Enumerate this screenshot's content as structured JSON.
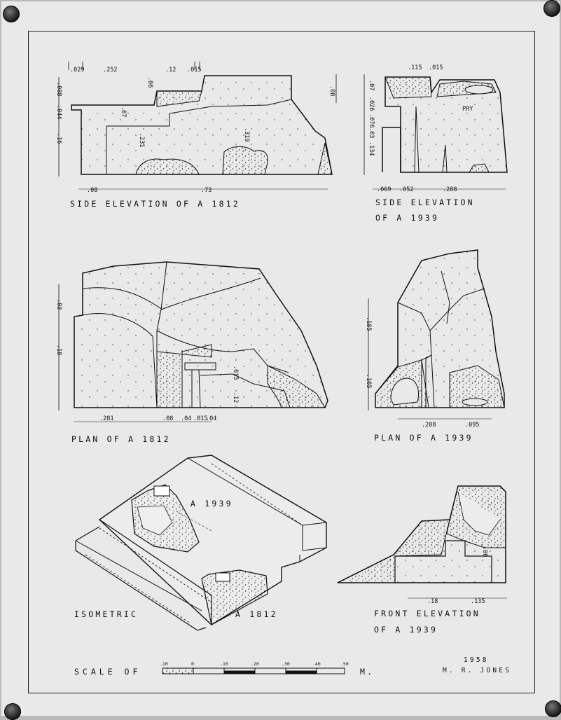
{
  "captions": {
    "side_a1812": "SIDE ELEVATION OF A 1812",
    "side_a1939_l1": "SIDE ELEVATION",
    "side_a1939_l2": "OF A 1939",
    "plan_a1812": "PLAN OF A 1812",
    "plan_a1939": "PLAN OF A 1939",
    "isometric": "ISOMETRIC",
    "iso_a1939": "A 1939",
    "iso_a1812": "A 1812",
    "front_l1": "FRONT ELEVATION",
    "front_l2": "OF A 1939",
    "scale": "SCALE OF",
    "scale_unit": "M.",
    "year": "1958",
    "author": "M. R. JONES"
  },
  "scale_ticks": [
    ".10",
    "0",
    ".10",
    ".20",
    ".30",
    ".40",
    ".50"
  ],
  "dims": {
    "s1_top": [
      ".029",
      ".252",
      ".12",
      ".015"
    ],
    "s1_left": [
      ".088",
      ".044",
      ".16"
    ],
    "s1_inner": [
      ".06",
      ".07",
      ".231",
      ".319"
    ],
    "s1_right": ".08",
    "s1_bottom": [
      ".08",
      ".73"
    ],
    "s2_top": [
      ".115",
      ".015"
    ],
    "s2_left": [
      ".07",
      ".026",
      ".076",
      ".03",
      ".134"
    ],
    "s2_pry": "PRY",
    "s2_bottom": [
      ".069",
      ".052",
      ".288"
    ],
    "p1_left": [
      ".08",
      ".18"
    ],
    "p1_inner": [
      ".015",
      ".12"
    ],
    "p1_bottom": [
      ".281",
      ".08",
      ".04",
      ".015",
      ".04"
    ],
    "p2_left": [
      ".185",
      ".165"
    ],
    "p2_bottom": [
      ".208",
      ".095"
    ],
    "f_inner": ".06",
    "f_bottom": [
      ".18",
      ".135"
    ]
  }
}
